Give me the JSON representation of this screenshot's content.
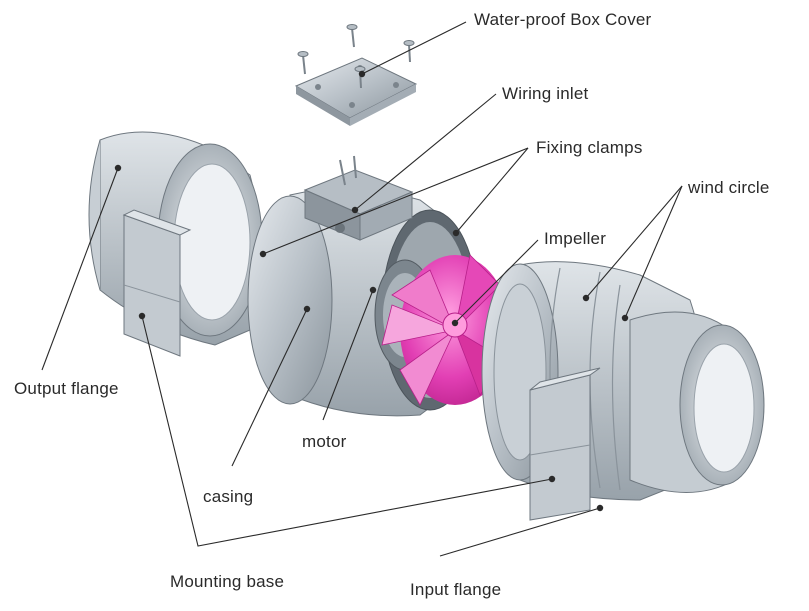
{
  "labels": {
    "waterproof_box_cover": "Water-proof  Box Cover",
    "wiring_inlet": "Wiring inlet",
    "fixing_clamps": "Fixing clamps",
    "wind_circle": "wind circle",
    "impeller": "Impeller",
    "output_flange": "Output flange",
    "motor": "motor",
    "casing": "casing",
    "mounting_base": "Mounting base",
    "input_flange": "Input flange"
  },
  "colors": {
    "metal_light": "#d6dbe0",
    "metal_mid": "#aeb6be",
    "metal_dark": "#7d8790",
    "impeller": "#e040b0",
    "leader_line": "#2a2a2a"
  }
}
